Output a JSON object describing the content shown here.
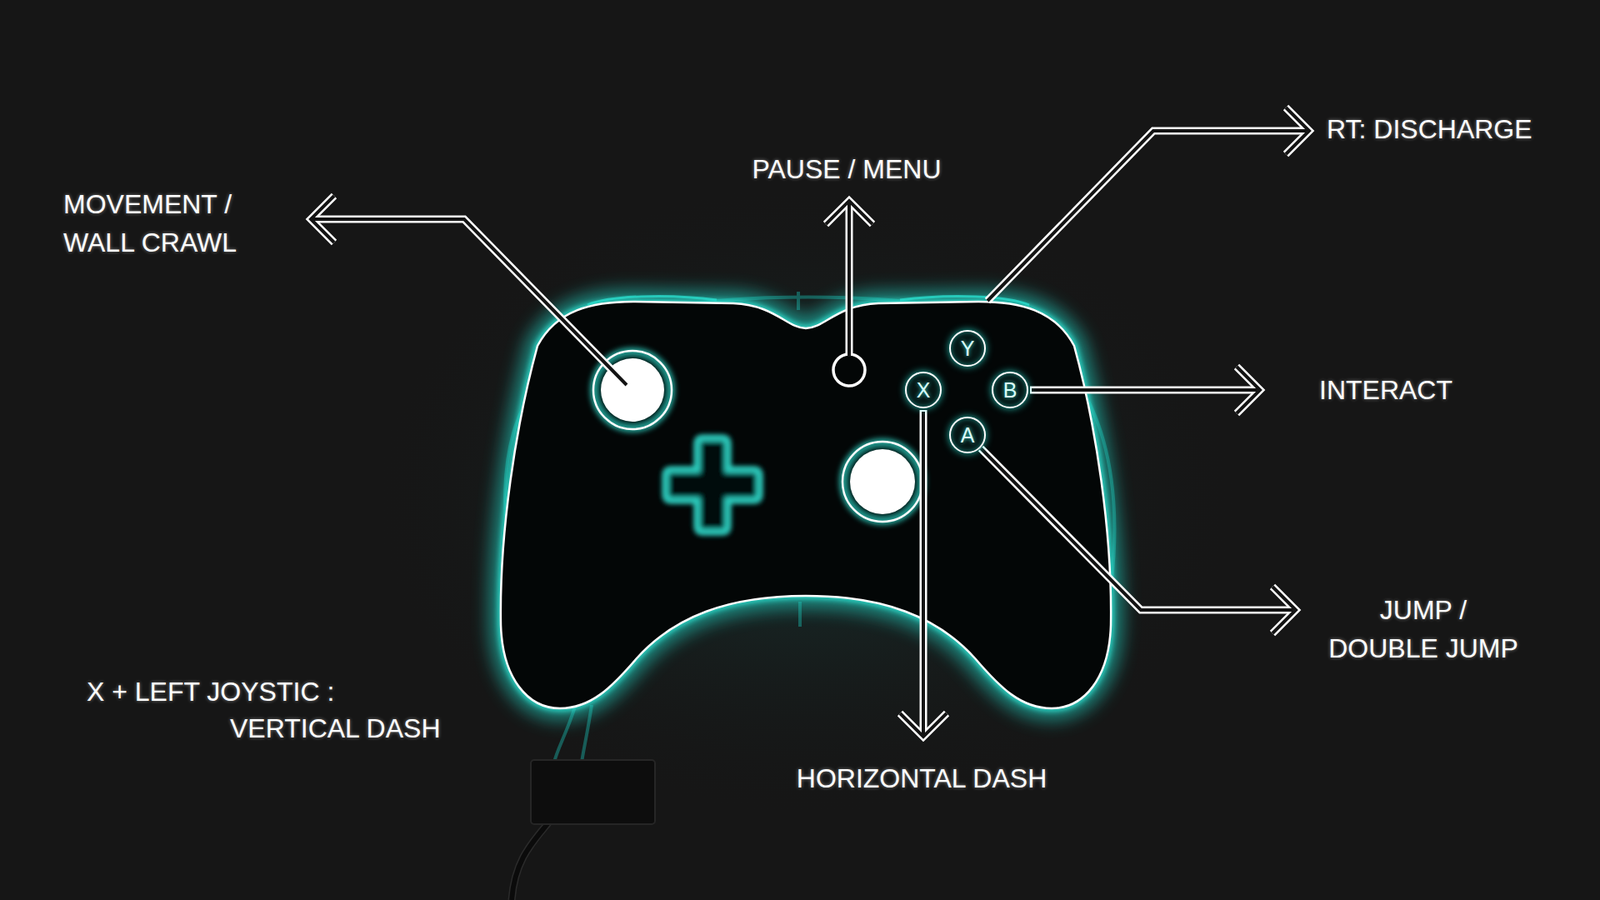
{
  "diagram": {
    "nodes": [
      {
        "text": [
          "Y"
        ]
      },
      {
        "text": [
          "X"
        ]
      },
      {
        "text": [
          "B"
        ]
      },
      {
        "text": [
          "A"
        ]
      }
    ],
    "labels": [
      "MOVEMENT / WALL CRAWL",
      "PAUSE / MENU",
      "RT: DISCHARGE",
      "INTERACT",
      "JUMP / DOUBLE JUMP",
      "X + LEFT JOYSTIC : VERTICAL DASH",
      "HORIZONTAL DASH"
    ]
  }
}
